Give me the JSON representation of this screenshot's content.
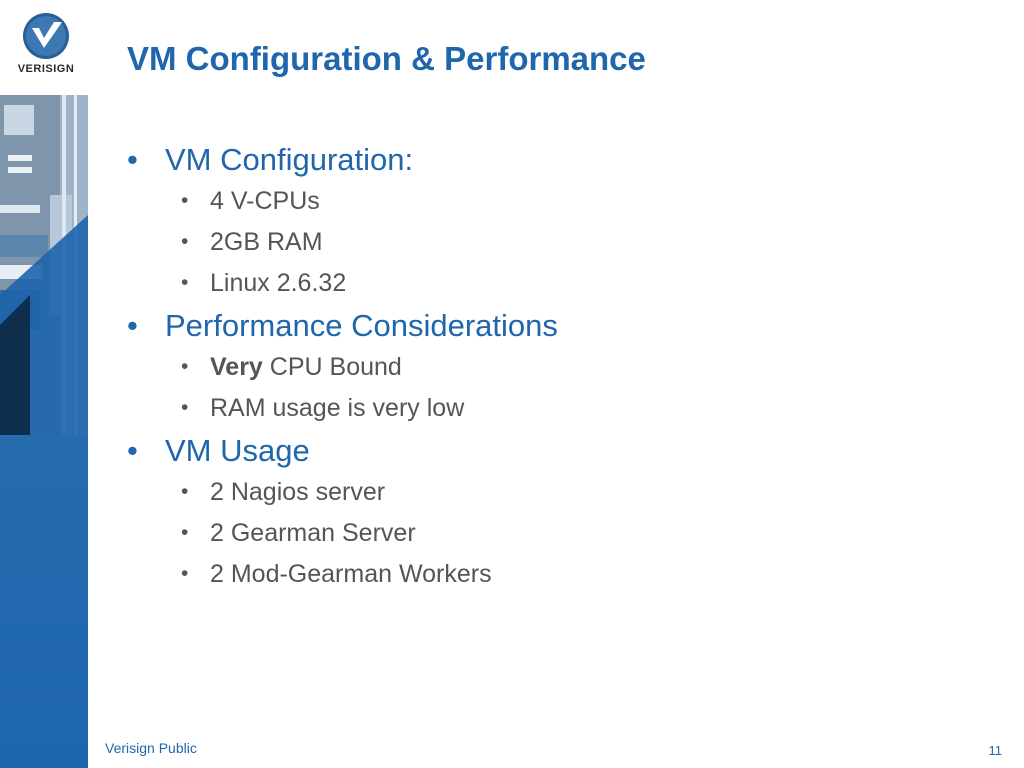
{
  "logo": {
    "icon": "verisign-check-icon",
    "text": "VERISIGN"
  },
  "title": "VM Configuration & Performance",
  "sections": [
    {
      "heading": "VM Configuration:",
      "items": [
        "4 V-CPUs",
        "2GB RAM",
        "Linux 2.6.32"
      ]
    },
    {
      "heading": "Performance Considerations",
      "items_bold_prefix": {
        "bold": "Very",
        "rest": " CPU Bound"
      },
      "items": [
        "RAM usage is very low"
      ]
    },
    {
      "heading": "VM Usage",
      "items": [
        "2 Nagios server",
        "2 Gearman Server",
        "2 Mod-Gearman Workers"
      ]
    }
  ],
  "footer": {
    "classification": "Verisign Public",
    "page_number": "11"
  },
  "colors": {
    "accent": "#1f66ac",
    "body_text": "#555555"
  }
}
